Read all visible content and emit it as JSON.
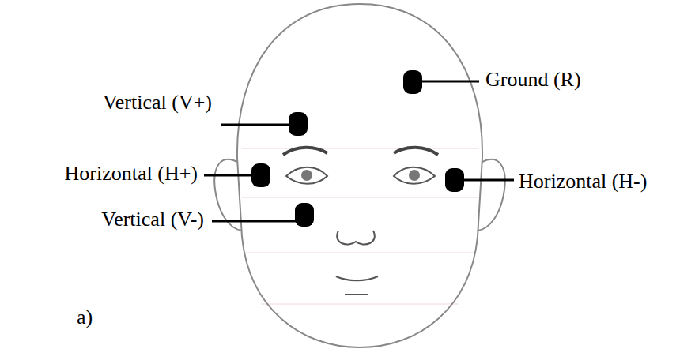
{
  "diagram": {
    "labels": [
      "Ground (R)",
      "Vertical (V+)",
      "Horizontal (H+)",
      "Horizontal (H-)",
      "Vertical (V-)",
      "a)"
    ]
  }
}
